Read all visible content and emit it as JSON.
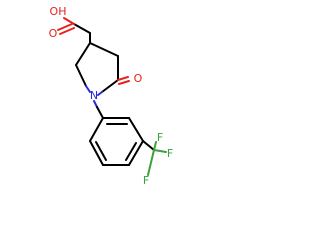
{
  "molecule": {
    "labels": {
      "hydroxyl": "OH",
      "carboxyl_oxygen": "O",
      "lactam_oxygen": "O",
      "nitrogen": "N",
      "fluorine_1": "F",
      "fluorine_2": "F",
      "fluorine_3": "F"
    }
  },
  "colors": {
    "oxygen": "#e8211c",
    "nitrogen": "#2a2adf",
    "fluorine": "#3aa23a",
    "carbon_bond": "#000000"
  }
}
